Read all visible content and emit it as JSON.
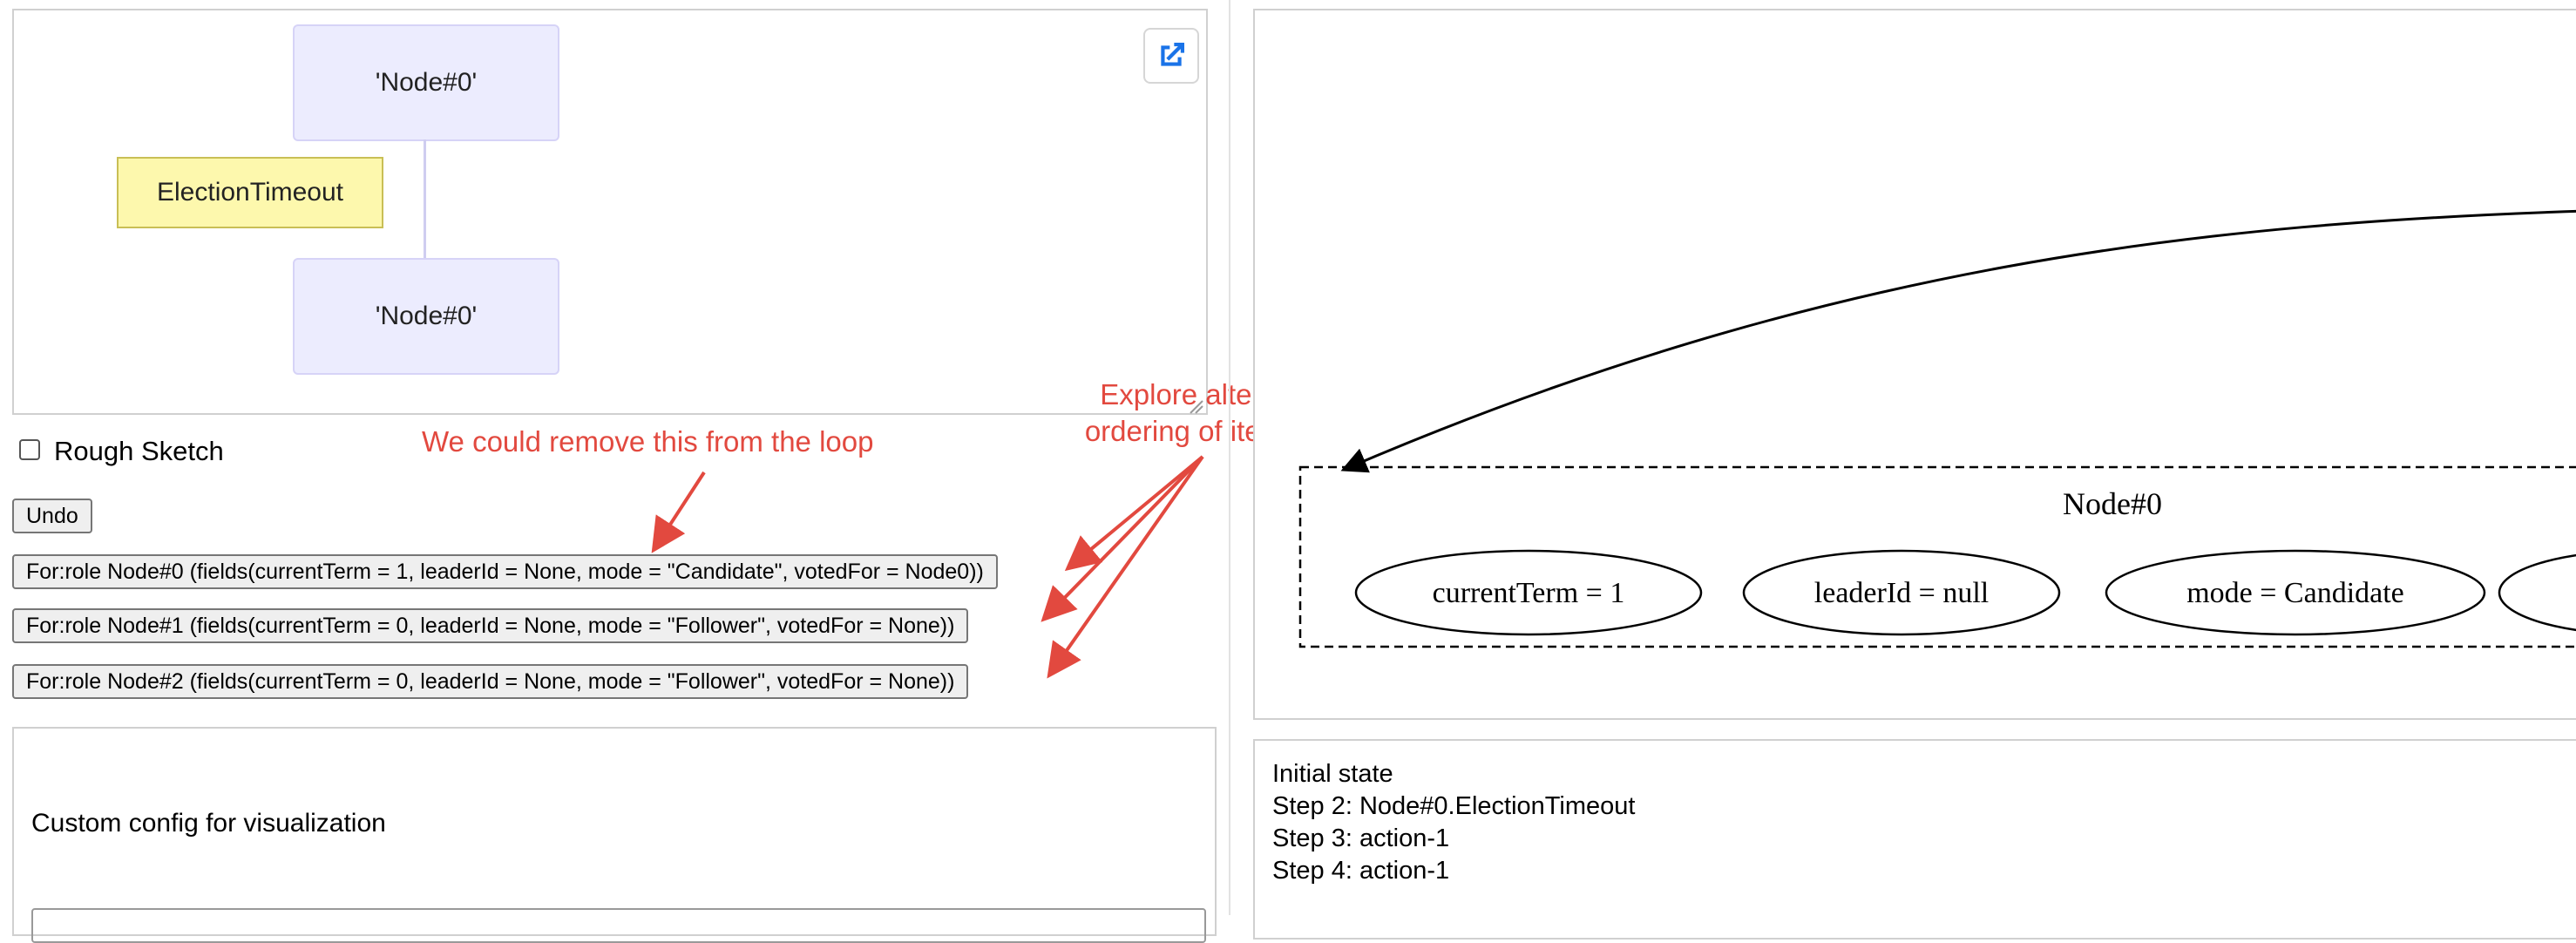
{
  "diagram": {
    "node_top": "'Node#0'",
    "node_bottom": "'Node#0'",
    "note": "ElectionTimeout",
    "open_icon": "external-link-icon"
  },
  "rough_sketch": {
    "label": "Rough Sketch",
    "checked": false
  },
  "undo_label": "Undo",
  "role_buttons": [
    "For:role Node#0 (fields(currentTerm = 1, leaderId = None, mode = \"Candidate\", votedFor = Node0))",
    "For:role Node#1 (fields(currentTerm = 0, leaderId = None, mode = \"Follower\", votedFor = None))",
    "For:role Node#2 (fields(currentTerm = 0, leaderId = None, mode = \"Follower\", votedFor = None))"
  ],
  "annotations": {
    "remove_loop": "We could remove this from the loop",
    "explore_line1": "Explore alternate",
    "explore_line2": "ordering of iteration"
  },
  "config": {
    "title": "Custom config for visualization"
  },
  "graph": {
    "cluster_label": "Node#0",
    "fields": [
      "currentTerm = 1",
      "leaderId = null",
      "mode = Candidate"
    ]
  },
  "trace": {
    "lines": [
      "Initial state",
      "Step 2: Node#0.ElectionTimeout",
      "Step 3: action-1",
      "Step 4: action-1"
    ]
  },
  "colors": {
    "annotation": "#e2493f",
    "node_fill": "#ececfe",
    "note_fill": "#fdf8ad",
    "link": "#1a73e8"
  }
}
